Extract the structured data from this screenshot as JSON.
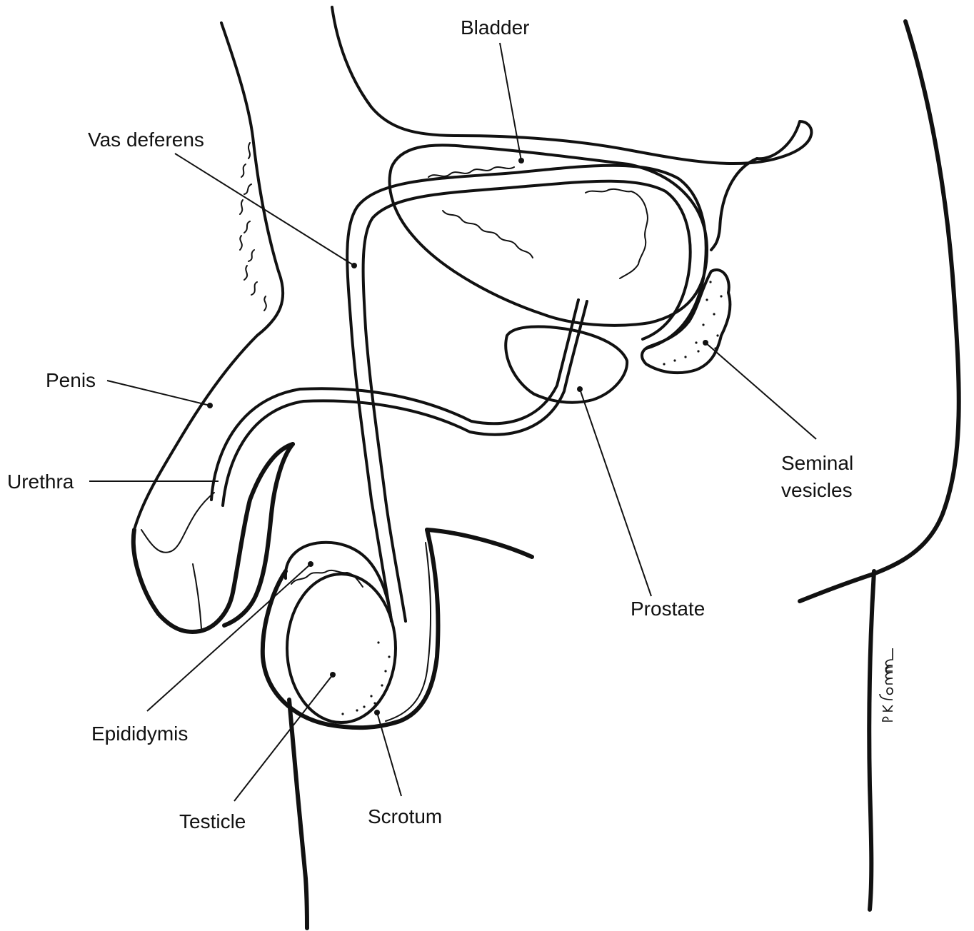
{
  "diagram": {
    "labels": {
      "bladder": "Bladder",
      "vas_deferens": "Vas deferens",
      "penis": "Penis",
      "urethra": "Urethra",
      "seminal_vesicles_line1": "Seminal",
      "seminal_vesicles_line2": "vesicles",
      "prostate": "Prostate",
      "epididymis": "Epididymis",
      "testicle": "Testicle",
      "scrotum": "Scrotum"
    },
    "signature": "P Klemm",
    "line_color": "#111111",
    "background_color": "#ffffff"
  }
}
